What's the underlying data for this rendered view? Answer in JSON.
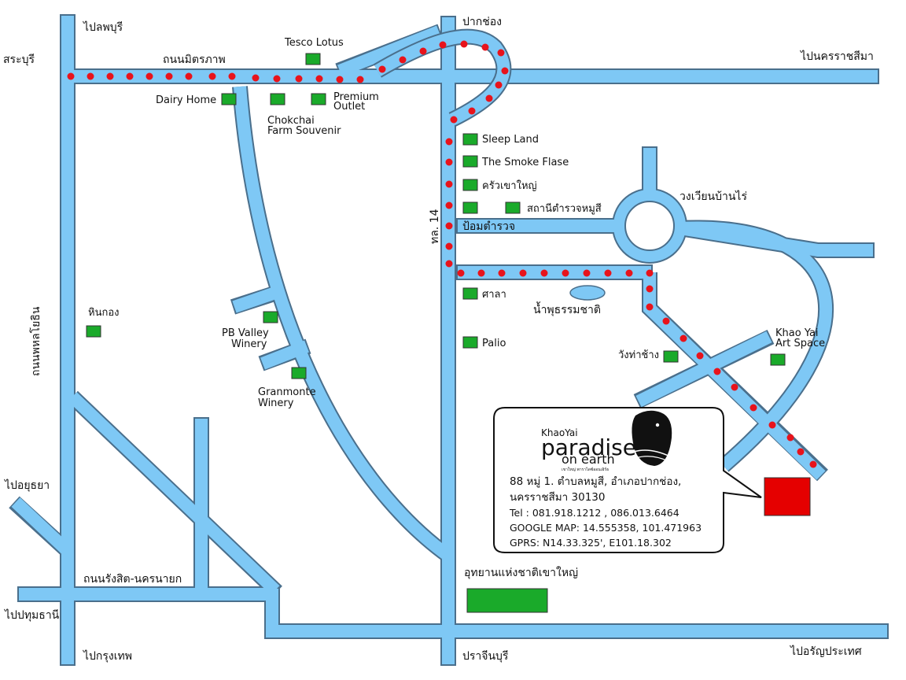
{
  "colors": {
    "road": "#7ec8f5",
    "road_outline": "#4a6f8c",
    "route_dot": "#e8131b",
    "landmark": "#1aaa2a",
    "destination": "#e50000",
    "background": "#ffffff"
  },
  "places": {
    "to_lopburi": "ไปลพบุรี",
    "saraburi": "สระบุรี",
    "mittraphap_road": "ถนนมิตรภาพ",
    "pakchong": "ปากช่อง",
    "to_nakhon_ratchasima": "ไปนครราชสีมา",
    "phahonyothin_road": "ถนนพหลโยธิน",
    "hw14": "ทล. 14",
    "police_booth": "ป้อมตำรวจ",
    "roundabout": "วงเวียนบ้านไร่",
    "waterfall": "น้ำพุธรรมชาติ",
    "to_ayutthaya": "ไปอยุธยา",
    "rangsit_road": "ถนนรังสิต-นครนายก",
    "to_pathumthani": "ไปปทุมธานี",
    "to_bangkok": "ไปกรุงเทพ",
    "prachinburi": "ปราจีนบุรี",
    "to_aranyaprathet": "ไปอรัญประเทศ"
  },
  "landmarks": {
    "tesco": "Tesco Lotus",
    "dairy_home": "Dairy Home",
    "chokchai_1": "Chokchai",
    "chokchai_2": "Farm Souvenir",
    "premium_1": "Premium",
    "premium_2": "Outlet",
    "sleep_land": "Sleep Land",
    "smoke_flase": "The Smoke Flase",
    "krua": "ครัวเขาใหญ่",
    "police_station": "สถานีตำรวจหมูสี",
    "sala": "ศาลา",
    "palio": "Palio",
    "hin_kong": "หินกอง",
    "pb_valley_1": "PB Valley",
    "pb_valley_2": "Winery",
    "granmonte_1": "Granmonte",
    "granmonte_2": "Winery",
    "wang_tha_chang": "วังท่าช้าง",
    "art_space_1": "Khao Yai",
    "art_space_2": "Art Space",
    "national_park": "อุทยานแห่งชาติเขาใหญ่"
  },
  "card": {
    "logo_small": "KhaoYai",
    "logo_main": "paradise",
    "logo_sub": "on earth",
    "logo_tagline": "เขาใหญ่ พาราไดซ์ออนเอิร์ธ",
    "address_1": "88 หมู่ 1. ตำบลหมูสี, อำเภอปากช่อง,",
    "address_2": "นครราชสีมา 30130",
    "tel": "Tel : 081.918.1212 , 086.013.6464",
    "google_map": "GOOGLE MAP: 14.555358, 101.471963",
    "gprs": "GPRS: N14.33.325', E101.18.302"
  }
}
